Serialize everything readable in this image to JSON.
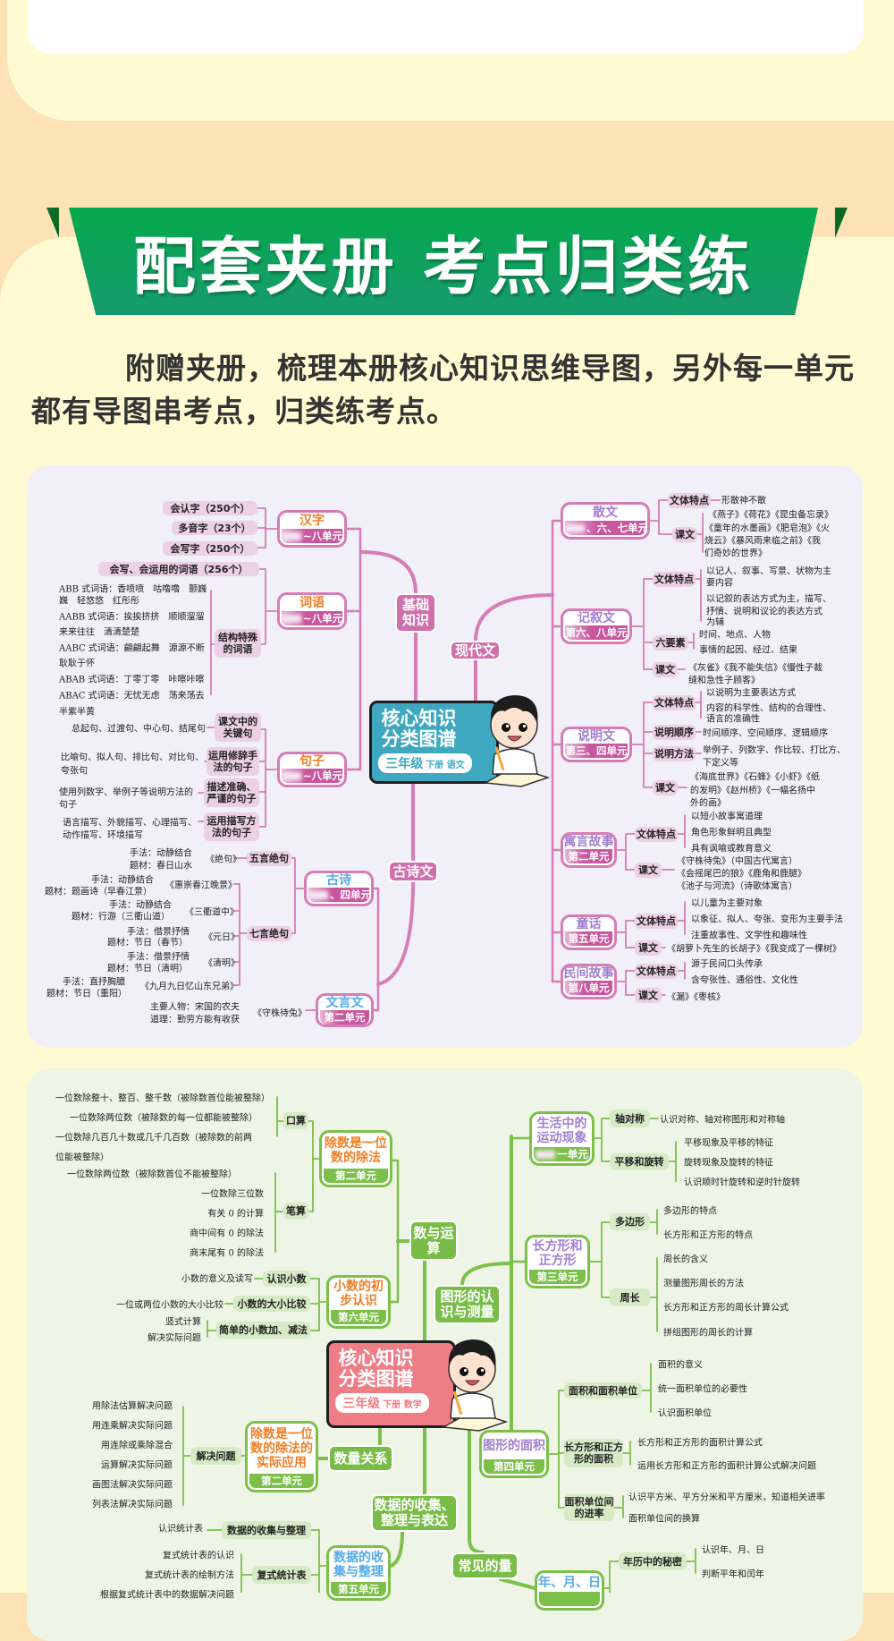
{
  "banner": {
    "title": "配套夹册 考点归类练"
  },
  "intro": "附赠夹册，梳理本册核心知识思维导图，另外每一单元都有导图串考点，归类练考点。",
  "colors": {
    "chinese_line": "#d67db6",
    "math_line": "#7cc04a",
    "banner_green": "#05a94b",
    "cn_core": "#3ea8c1",
    "math_core": "#ee7d86"
  },
  "cn": {
    "center": {
      "line1": "核心知识",
      "line2": "分类图谱",
      "grade": "三年级",
      "sub": "下册 语文"
    },
    "branches": [
      "基础知识",
      "现代文",
      "古诗文"
    ],
    "boxes": [
      {
        "title": "汉字",
        "unit": "~八单元"
      },
      {
        "title": "词语",
        "unit": "~八单元"
      },
      {
        "title": "句子",
        "unit": "~八单元"
      },
      {
        "title": "古诗",
        "unit": "、四单元"
      },
      {
        "title": "文言文",
        "unit": "第二单元"
      },
      {
        "title": "散文",
        "unit": "、六、七单元"
      },
      {
        "title": "记叙文",
        "unit": "第六、八单元"
      },
      {
        "title": "说明文",
        "unit": "第三、四单元"
      },
      {
        "title": "寓言故事",
        "unit": "第二单元"
      },
      {
        "title": "童话",
        "unit": "第五单元"
      },
      {
        "title": "民间故事",
        "unit": "第八单元"
      }
    ],
    "pills": [
      "会认字（250个）",
      "多音字（23个）",
      "会写字（250个）",
      "会写、会运用的词语（256个）",
      "结构特殊的词语",
      "课文中的关键句",
      "运用修辞手法的句子",
      "描述准确、严谨的句子",
      "运用描写方法的句子",
      "五言绝句",
      "七言绝句",
      "文体特点",
      "课文",
      "文体特点",
      "六要素",
      "课文",
      "文体特点",
      "说明顺序",
      "说明方法",
      "课文",
      "文体特点",
      "课文",
      "文体特点",
      "课文",
      "文体特点",
      "课文"
    ],
    "texts": [
      "ABB 式词语：香喷喷　咕噜噜　颤巍",
      "巍　轻悠悠　红彤彤",
      "AABB 式词语：挨挨挤挤　顺顺溜溜",
      "来来往往　清清楚楚",
      "AABC 式词语：翩翩起舞　源源不断",
      "耿耿于怀",
      "ABAB 式词语：丁零丁零　咔嚓咔嚓",
      "ABAC 式词语：无忧无虑　荡来荡去",
      "半紫半黄",
      "总起句、过渡句、中心句、结尾句",
      "比喻句、拟人句、排比句、对比句、",
      "夸张句",
      "使用列数字、举例子等说明方法的",
      "句子",
      "语言描写、外貌描写、心理描写、",
      "动作描写、环境描写",
      "手法：动静结合",
      "题材：春日山水",
      "《绝句》",
      "手法：动静结合",
      "题材：题画诗（早春江景）",
      "《惠崇春江晚景》",
      "手法：动静结合",
      "题材：行游（三衢山道）",
      "《三衢道中》",
      "手法：借景抒情",
      "题材：节日（春节）",
      "《元日》",
      "手法：借景抒情",
      "题材：节日（清明）",
      "《清明》",
      "手法：直抒胸臆",
      "题材：节日（重阳）",
      "《九月九日忆山东兄弟》",
      "主要人物：宋国的农夫",
      "道理：勤劳方能有收获",
      "《守株待兔》",
      "形散神不散",
      "《燕子》《荷花》《昆虫备忘录》",
      "《童年的水墨画》《肥皂泡》《火",
      "烧云》《暴风雨来临之前》《我",
      "们奇妙的世界》",
      "以记人、叙事、写景、状物为主",
      "要内容",
      "以记叙的表达方式为主，描写、",
      "抒情、说明和议论的表达方式",
      "为辅",
      "时间、地点、人物",
      "事情的起因、经过、结果",
      "《灰雀》《我不能失信》《慢性子裁",
      "缝和急性子顾客》",
      "以说明为主要表达方式",
      "内容的科学性、结构的合理性、",
      "语言的准确性",
      "时间顺序、空间顺序、逻辑顺序",
      "举例子、列数字、作比较、打比方、",
      "下定义等",
      "《海底世界》《石蜂》《小虾》《纸",
      "的发明》《赵州桥》《一幅名扬中",
      "外的画》",
      "以短小故事寓道理",
      "角色形象鲜明且典型",
      "具有讽喻或教育意义",
      "《守株待兔》（中国古代寓言）",
      "《会摇尾巴的狼》《鹿角和鹿腿》",
      "《池子与河流》（诗歌体寓言）",
      "以儿童为主要对象",
      "以象征、拟人、夸张、变形为主要手法",
      "注重故事性、文学性和趣味性",
      "《胡萝卜先生的长胡子》《我变成了一棵树》",
      "源于民间口头传承",
      "含夸张性、通俗性、文化性",
      "《漏》《枣核》"
    ]
  },
  "math": {
    "center": {
      "line1": "核心知识",
      "line2": "分类图谱",
      "grade": "三年级",
      "sub": "下册 数学"
    },
    "branches": [
      "数与运算",
      "图形的认识与测量",
      "数量关系",
      "数据的收集、整理与表达",
      "常见的量"
    ],
    "boxes": [
      {
        "title": "除数是一位数的除法",
        "unit": "第二单元"
      },
      {
        "title": "小数的初步认识",
        "unit": "第六单元"
      },
      {
        "title": "除数是一位数的除法的实际应用",
        "unit": "第二单元"
      },
      {
        "title": "数据的收集与整理",
        "unit": "第五单元"
      },
      {
        "title": "生活中的运动现象",
        "unit": "一单元"
      },
      {
        "title": "长方形和正方形",
        "unit": "第三单元"
      },
      {
        "title": "图形的面积",
        "unit": "第四单元"
      },
      {
        "title": "年、月、日",
        "unit": ""
      }
    ],
    "pills": [
      "口算",
      "笔算",
      "认识小数",
      "小数的大小比较",
      "简单的小数加、减法",
      "解决问题",
      "数据的收集与整理",
      "复式统计表",
      "轴对称",
      "平移和旋转",
      "多边形",
      "周长",
      "面积和面积单位",
      "长方形和正方形的面积",
      "面积单位间的进率",
      "年历中的秘密"
    ],
    "texts": [
      "一位数除整十、整百、整千数（被除数首位能被整除）",
      "一位数除两位数（被除数的每一位都能被整除）",
      "一位数除几百几十数或几千几百数（被除数的前两",
      "位能被整除）",
      "一位数除两位数（被除数首位不能被整除）",
      "一位数除三位数",
      "有关 0 的计算",
      "商中间有 0 的除法",
      "商末尾有 0 的除法",
      "小数的意义及读写",
      "一位或两位小数的大小比较",
      "竖式计算",
      "解决实际问题",
      "用除法估算解决问题",
      "用连乘解决实际问题",
      "用连除或乘除混合",
      "运算解决实际问题",
      "画图法解决实际问题",
      "列表法解决实际问题",
      "认识统计表",
      "复式统计表的认识",
      "复式统计表的绘制方法",
      "根据复式统计表中的数据解决问题",
      "认识对称、轴对称图形和对称轴",
      "平移现象及平移的特征",
      "旋转现象及旋转的特征",
      "认识顺时针旋转和逆时针旋转",
      "多边形的特点",
      "长方形和正方形的特点",
      "周长的含义",
      "测量图形周长的方法",
      "长方形和正方形的周长计算公式",
      "拼组图形的周长的计算",
      "面积的意义",
      "统一面积单位的必要性",
      "认识面积单位",
      "长方形和正方形的面积计算公式",
      "运用长方形和正方形的面积计算公式解决问题",
      "认识平方米、平方分米和平方厘米，知道相关进率",
      "面积单位间的换算",
      "认识年、月、日",
      "判断平年和闰年"
    ]
  }
}
